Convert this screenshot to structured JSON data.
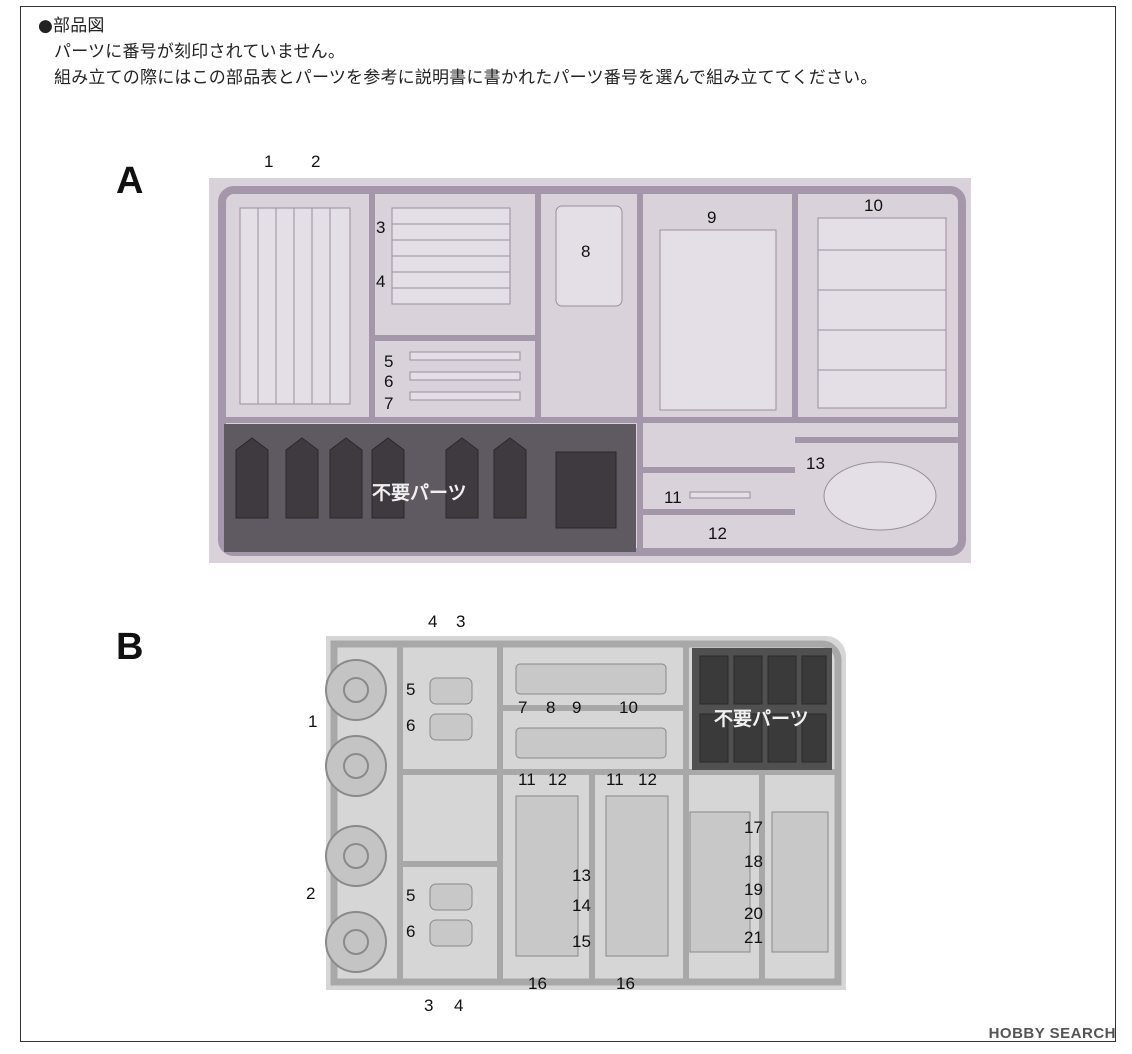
{
  "header": {
    "title": "●部品図",
    "line1": "パーツに番号が刻印されていません。",
    "line2": "組み立ての際にはこの部品表とパーツを参考に説明書に書かれたパーツ番号を選んで組み立ててください。"
  },
  "sprue_a": {
    "letter": "A",
    "unneeded_label": "不要パーツ",
    "labels": [
      "1",
      "2",
      "3",
      "4",
      "5",
      "6",
      "7",
      "8",
      "9",
      "10",
      "11",
      "12",
      "13"
    ]
  },
  "sprue_b": {
    "letter": "B",
    "unneeded_label": "不要パーツ",
    "labels": [
      "4",
      "3",
      "5",
      "6",
      "1",
      "7",
      "8",
      "9",
      "10",
      "11",
      "12",
      "11",
      "12",
      "17",
      "18",
      "19",
      "20",
      "21",
      "13",
      "14",
      "15",
      "2",
      "5",
      "6",
      "16",
      "16",
      "3",
      "4"
    ]
  },
  "watermark": "HOBBY SEARCH",
  "colors": {
    "sprue_a": "#c2b6c6",
    "sprue_a_dark": "#5f5a61",
    "sprue_b": "#b2b2b2",
    "sprue_b_dark": "#505050"
  }
}
